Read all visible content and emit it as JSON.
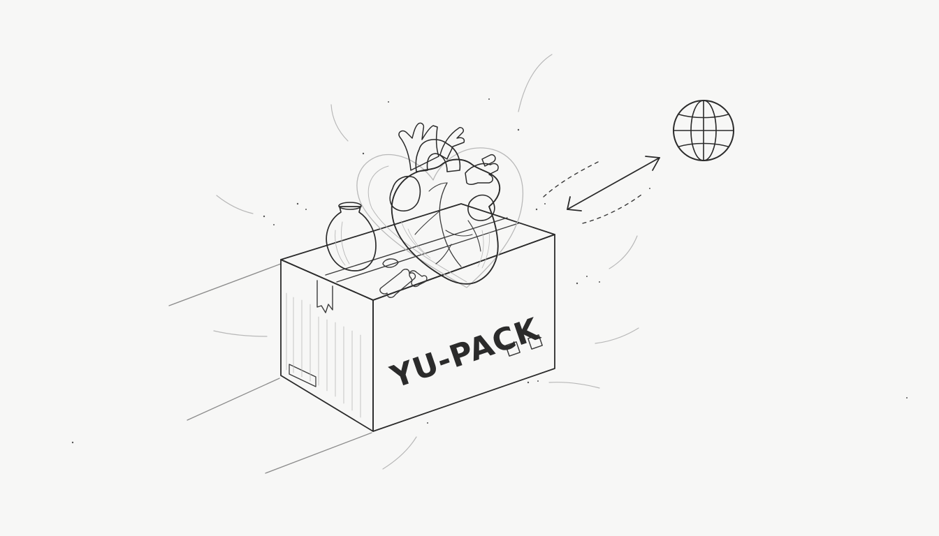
{
  "scene": {
    "background_color": "#f7f7f6",
    "ink_color": "#2a2a2a",
    "objects": [
      "box",
      "heart",
      "vase",
      "bones",
      "globe",
      "double-arrow"
    ]
  },
  "box": {
    "label": "YU-PACK"
  }
}
